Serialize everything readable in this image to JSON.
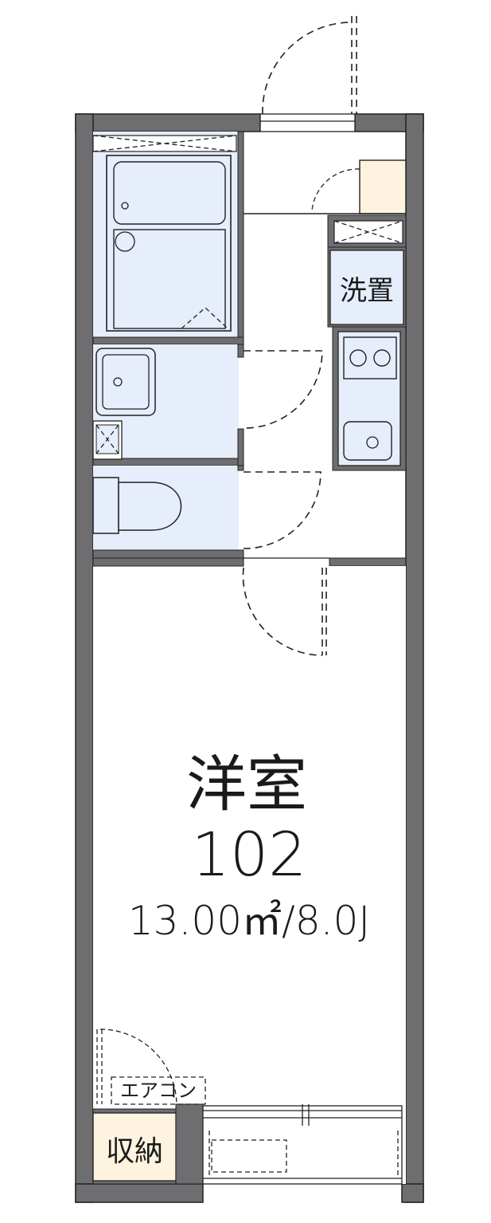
{
  "colors": {
    "wall": "#6e6e70",
    "wet_area": "#e6edfb",
    "storage": "#fdf3df",
    "line": "#222222",
    "floor": "#ffffff"
  },
  "labels": {
    "room_name": "洋室",
    "room_number": "102",
    "room_area": "13.00㎡/8.0J",
    "laundry": "洗置",
    "storage": "収納",
    "aircon": "エアコン"
  },
  "icons": [
    "bathtub-icon",
    "washbasin-icon",
    "toilet-icon",
    "stove-icon",
    "sink-icon",
    "floor-drain-icon"
  ]
}
